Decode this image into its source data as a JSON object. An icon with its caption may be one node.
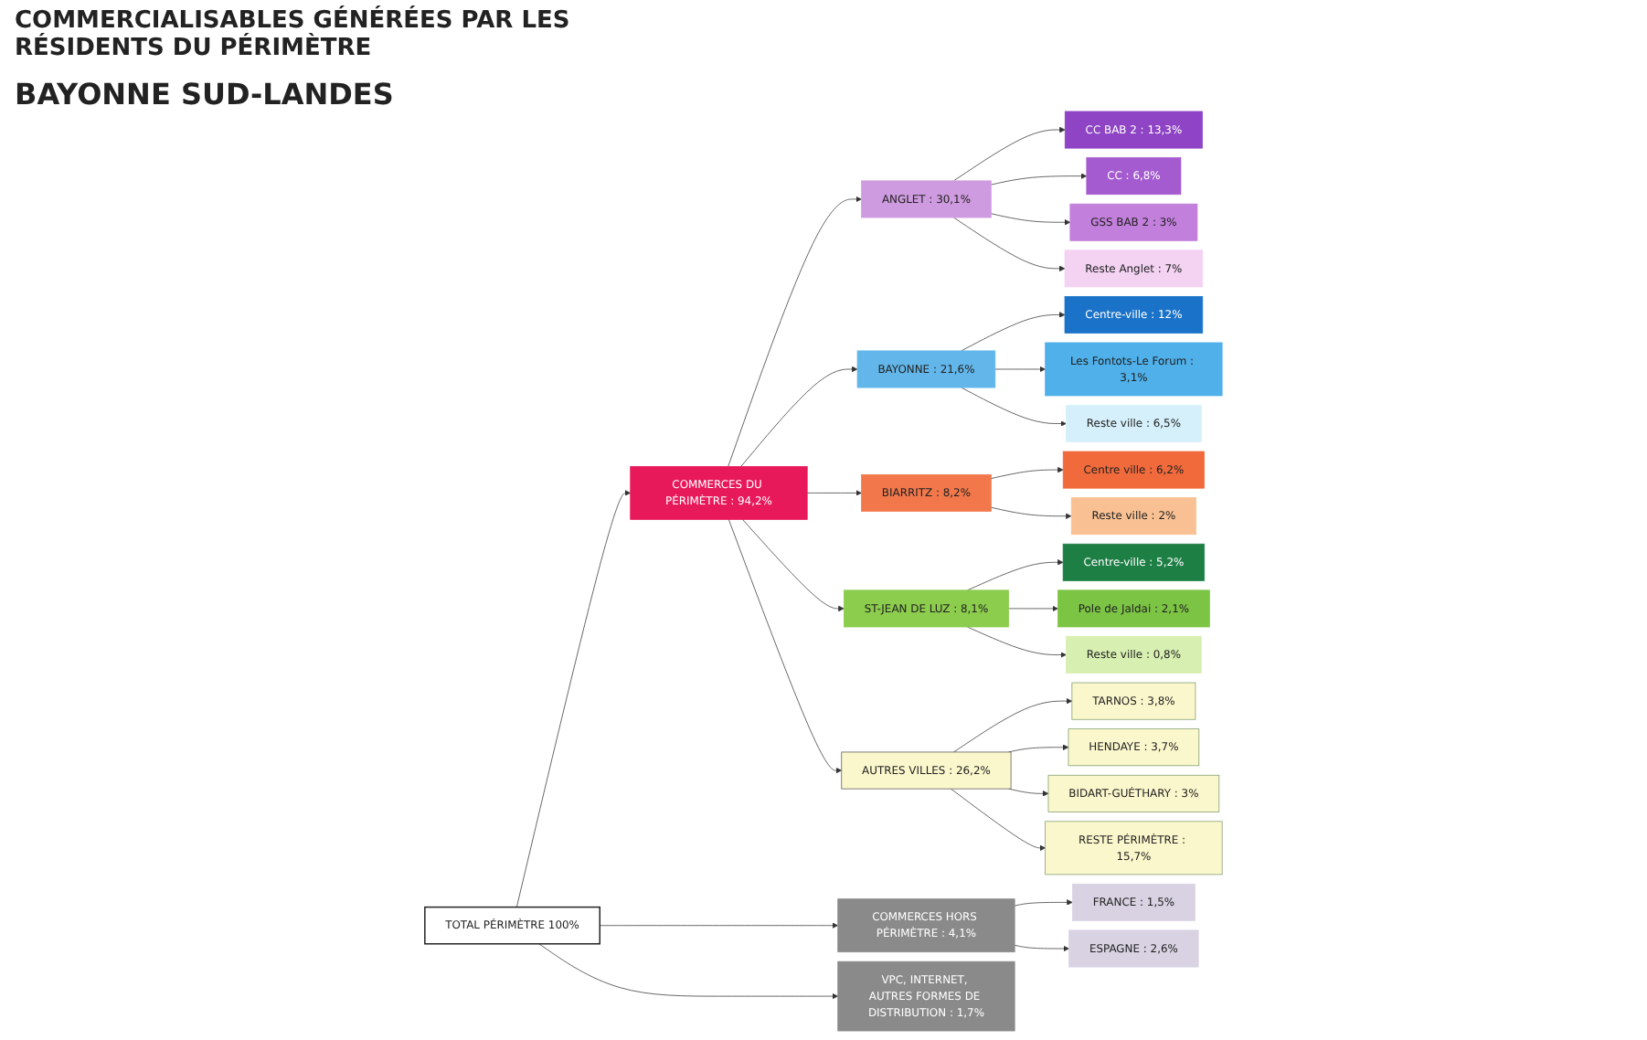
{
  "diagram": {
    "title": "COMMERCIALISABLES GÉNÉRÉES PAR LES RÉSIDENTS DU PÉRIMÈTRE",
    "nodes": [
      {
        "text": [
          "TOTAL PÉRIMÈTRE 100%"
        ]
      },
      {
        "text": [
          "COMMERCES DU PÉRIMÈTRE : 94,2%"
        ]
      },
      {
        "text": [
          "COMMERCES HORS PÉRIMÈTRE : 4,1%"
        ]
      },
      {
        "text": [
          "VPC, INTERNET, AUTRES FORMES DE DISTRIBUTION : 1,7%"
        ]
      },
      {
        "text": [
          "FRANCE : 1,5%"
        ]
      },
      {
        "text": [
          "ESPAGNE : 2,6%"
        ]
      },
      {
        "text": [
          "ANGLET : 30,1%"
        ]
      },
      {
        "text": [
          "BAYONNE : 21,6%"
        ]
      },
      {
        "text": [
          "BIARRITZ : 8,2%"
        ]
      },
      {
        "text": [
          "ST-JEAN DE LUZ : 8,1%"
        ]
      },
      {
        "text": [
          "AUTRES VILLES : 26,2%"
        ]
      },
      {
        "text": [
          "CC BAB 2 : 13,3%"
        ]
      },
      {
        "text": [
          "CC : 6,8%"
        ]
      },
      {
        "text": [
          "GSS BAB 2 : 3%"
        ]
      },
      {
        "text": [
          "Reste Anglet : 7%"
        ]
      },
      {
        "text": [
          "Centre-ville : 12%"
        ]
      },
      {
        "text": [
          "Les Fontots-Le Forum : 3,1%"
        ]
      },
      {
        "text": [
          "Reste ville : 6,5%"
        ]
      },
      {
        "text": [
          "Centre ville : 6,2%"
        ]
      },
      {
        "text": [
          "Reste ville : 2%"
        ]
      },
      {
        "text": [
          "Centre-ville : 5,2%"
        ]
      },
      {
        "text": [
          "Pole de Jaldai : 2,1%"
        ]
      },
      {
        "text": [
          "Reste ville : 0,8%"
        ]
      },
      {
        "text": [
          "TARNOS : 3,8%"
        ]
      },
      {
        "text": [
          "HENDAYE : 3,7%"
        ]
      },
      {
        "text": [
          "BIDART-GUÉTHARY : 3%"
        ]
      },
      {
        "text": [
          "RESTE PÉRIMÈTRE : 15,7%"
        ]
      }
    ],
    "edges": [
      {
        "from": 0,
        "to": 1,
        "arrow": "to"
      },
      {
        "from": 0,
        "to": 2,
        "arrow": "to"
      },
      {
        "from": 0,
        "to": 3,
        "arrow": "to"
      },
      {
        "from": 2,
        "to": 4,
        "arrow": "to"
      },
      {
        "from": 2,
        "to": 5,
        "arrow": "to"
      },
      {
        "from": 1,
        "to": 6,
        "arrow": "to"
      },
      {
        "from": 1,
        "to": 7,
        "arrow": "to"
      },
      {
        "from": 1,
        "to": 8,
        "arrow": "to"
      },
      {
        "from": 1,
        "to": 9,
        "arrow": "to"
      },
      {
        "from": 1,
        "to": 10,
        "arrow": "to"
      },
      {
        "from": 6,
        "to": 11,
        "arrow": "to"
      },
      {
        "from": 6,
        "to": 12,
        "arrow": "to"
      },
      {
        "from": 6,
        "to": 13,
        "arrow": "to"
      },
      {
        "from": 6,
        "to": 14,
        "arrow": "to"
      },
      {
        "from": 7,
        "to": 15,
        "arrow": "to"
      },
      {
        "from": 7,
        "to": 16,
        "arrow": "to"
      },
      {
        "from": 7,
        "to": 17,
        "arrow": "to"
      },
      {
        "from": 8,
        "to": 18,
        "arrow": "to"
      },
      {
        "from": 8,
        "to": 19,
        "arrow": "to"
      },
      {
        "from": 9,
        "to": 20,
        "arrow": "to"
      },
      {
        "from": 9,
        "to": 21,
        "arrow": "to"
      },
      {
        "from": 9,
        "to": 22,
        "arrow": "to"
      },
      {
        "from": 10,
        "to": 23,
        "arrow": "to"
      },
      {
        "from": 10,
        "to": 24,
        "arrow": "to"
      },
      {
        "from": 10,
        "to": 25,
        "arrow": "to"
      },
      {
        "from": 10,
        "to": 26,
        "arrow": "to"
      }
    ],
    "labels": [
      "BAYONNE SUD-LANDES"
    ]
  }
}
